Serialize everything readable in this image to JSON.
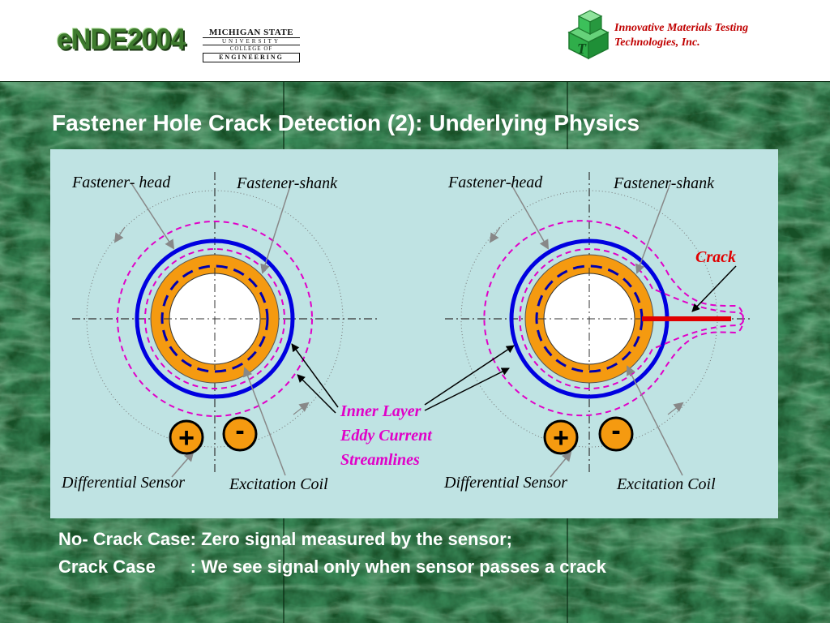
{
  "header": {
    "logo_text": "eNDE2004",
    "university": {
      "line1": "MICHIGAN STATE",
      "line2": "UNIVERSITY",
      "line3": "COLLEGE OF",
      "line4": "ENGINEERING"
    },
    "company_line1": "Innovative Materials Testing",
    "company_line2": "Technologies, Inc."
  },
  "slide": {
    "title": "Fastener Hole Crack Detection (2): Underlying Physics",
    "left_diagram": {
      "fastener_head": "Fastener- head",
      "fastener_shank": "Fastener-shank",
      "sensor_label": "Differential Sensor",
      "coil_label": "Excitation Coil",
      "plus": "+",
      "minus": "-"
    },
    "right_diagram": {
      "fastener_head": "Fastener-head",
      "fastener_shank": "Fastener-shank",
      "crack_label": "Crack",
      "sensor_label": "Differential Sensor",
      "coil_label": "Excitation Coil",
      "plus": "+",
      "minus": "-"
    },
    "center_label": {
      "line1": "Inner Layer",
      "line2": "Eddy Current",
      "line3": "Streamlines"
    },
    "notes": {
      "line1": "No- Crack Case: Zero signal measured by the sensor;",
      "line2": "Crack Case       : We see signal only when sensor passes a crack"
    }
  },
  "colors": {
    "marble_green": "#1a5a2a",
    "panel_bg": "#bfe3e3",
    "coil_blue": "#0000e0",
    "shank_orange": "#f59a10",
    "streamline_magenta": "#e000c8",
    "crack_red": "#e00000",
    "company_red": "#c00000"
  }
}
